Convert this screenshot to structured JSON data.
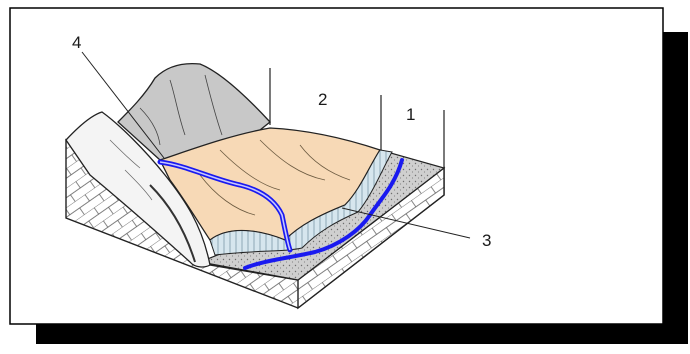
{
  "labels": {
    "one": "1",
    "two": "2",
    "three": "3",
    "four": "4"
  },
  "colors": {
    "frame_shadow": "#000000",
    "frame_border": "#000000",
    "terrace_fill": "#f7d9b6",
    "mountain_fill": "#c8c8c8",
    "river_fill": "#1a1af0",
    "floodplain_fill": "#cfcfcf",
    "terrace_edge_fill": "#cfe2ec"
  }
}
